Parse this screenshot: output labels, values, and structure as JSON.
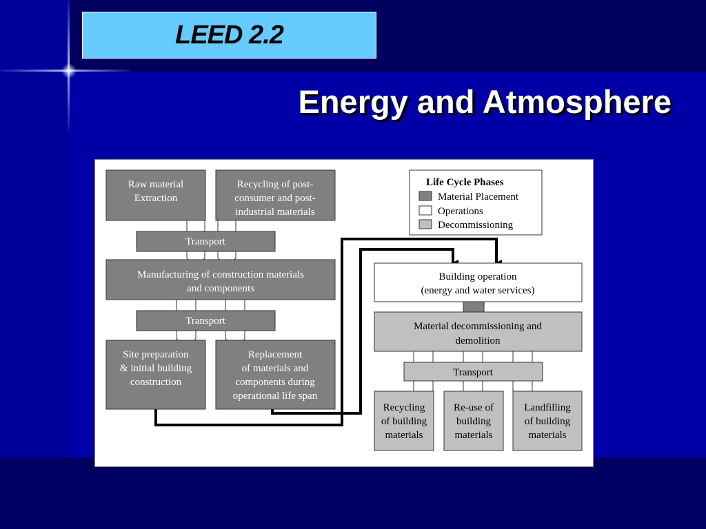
{
  "slide": {
    "badge": "LEED 2.2",
    "title": "Energy and Atmosphere"
  },
  "colors": {
    "badge_bg": "#66ccff",
    "background": "#0000a6",
    "material_placement": "#808080",
    "operations": "#ffffff",
    "decommissioning": "#c0c0c0"
  },
  "diagram": {
    "legend": {
      "title": "Life Cycle Phases",
      "items": [
        "Material Placement",
        "Operations",
        "Decommissioning"
      ]
    },
    "nodes": {
      "raw": [
        "Raw material",
        "Extraction"
      ],
      "recycling_post": [
        "Recycling of post-",
        "consumer and post-",
        "industrial materials"
      ],
      "transport1": [
        "Transport"
      ],
      "manufacturing": [
        "Manufacturing of construction materials",
        "and components"
      ],
      "transport2": [
        "Transport"
      ],
      "site": [
        "Site preparation",
        "& initial building",
        "construction"
      ],
      "replacement": [
        "Replacement",
        "of materials and",
        "components during",
        "operational life span"
      ],
      "building_op": [
        "Building operation",
        "(energy and water services)"
      ],
      "decom": [
        "Material decommissioning and",
        "demolition"
      ],
      "transport3": [
        "Transport"
      ],
      "recycling_bm": [
        "Recycling",
        "of building",
        "materials"
      ],
      "reuse": [
        "Re-use of",
        "building",
        "materials"
      ],
      "landfill": [
        "Landfilling",
        "of building",
        "materials"
      ]
    }
  }
}
